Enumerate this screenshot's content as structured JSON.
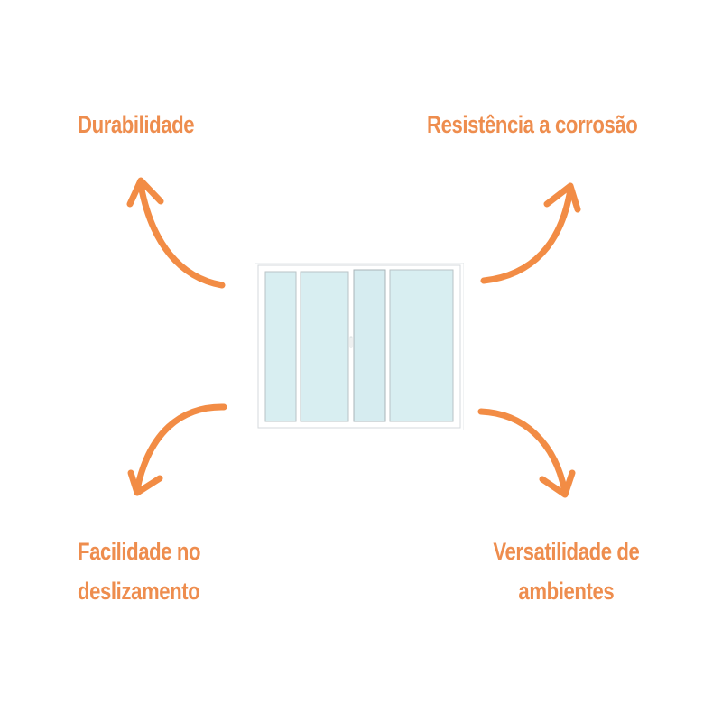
{
  "colors": {
    "text": "#EE8D4E",
    "arrow": "#F28C45",
    "glass": "#D8EEF1",
    "frame": "#FFFFFF",
    "frame_edge": "#C9CFD1"
  },
  "center": {
    "icon": "sliding-window-icon",
    "panels": 4
  },
  "features": [
    {
      "id": "durabilidade",
      "label_lines": [
        "Durabilidade"
      ],
      "arrow": "arrow-up-left"
    },
    {
      "id": "resistencia",
      "label_lines": [
        "Resistência a corrosão"
      ],
      "arrow": "arrow-up-right"
    },
    {
      "id": "facilidade",
      "label_lines": [
        "Facilidade no",
        "deslizamento"
      ],
      "arrow": "arrow-down-left"
    },
    {
      "id": "versatilidade",
      "label_lines": [
        "Versatilidade de",
        "ambientes"
      ],
      "arrow": "arrow-down-right"
    }
  ]
}
